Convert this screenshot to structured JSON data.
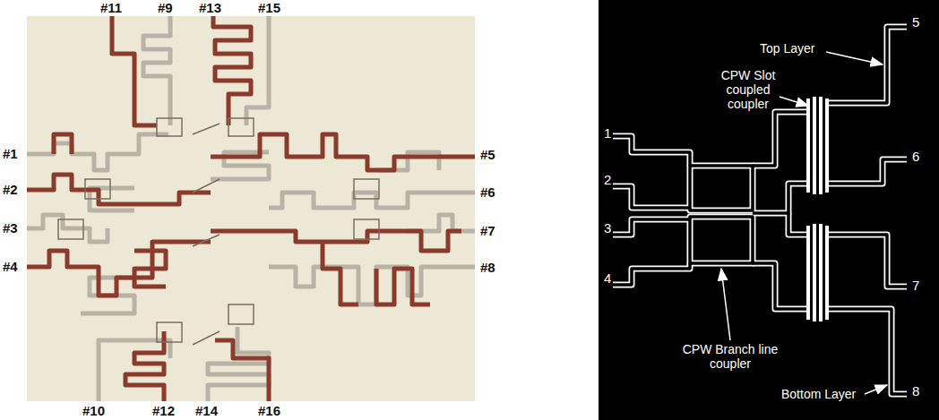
{
  "diagram": {
    "labels": [
      "#11",
      "#9",
      "#13",
      "#15",
      "#1",
      "#2",
      "#3",
      "#4",
      "#5",
      "#6",
      "#7",
      "#8",
      "#10",
      "#12",
      "#14",
      "#16",
      "Top Layer",
      "CPW Slot coupled coupler",
      "CPW Branch line coupler",
      "Bottom Layer",
      "1",
      "2",
      "3",
      "4",
      "5",
      "6",
      "7",
      "8"
    ]
  }
}
